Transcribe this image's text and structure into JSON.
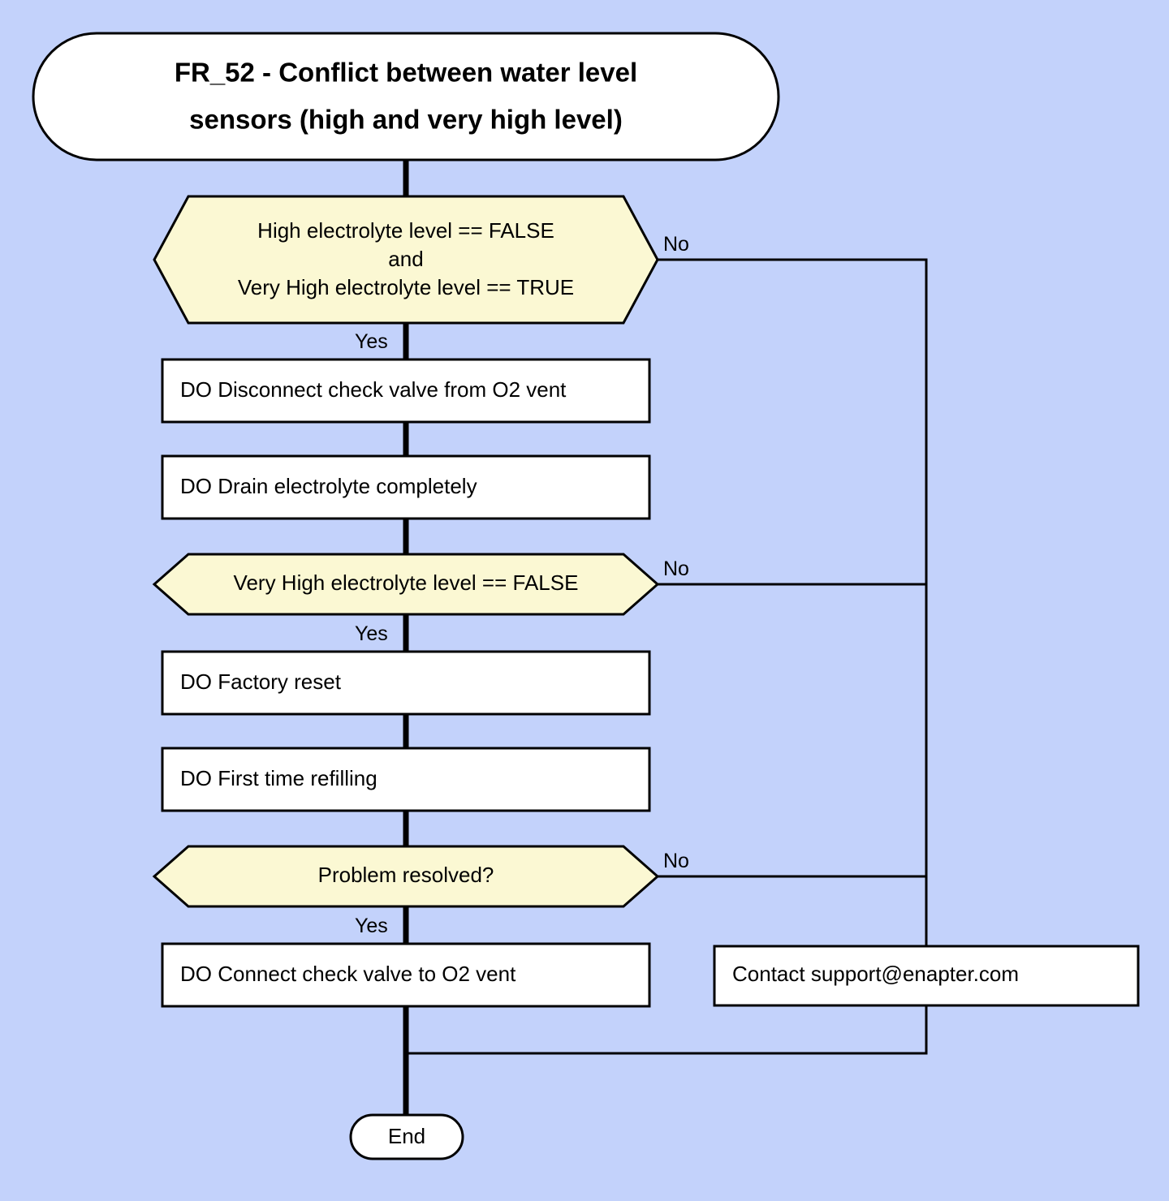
{
  "diagram": {
    "title": "FR_52 - Conflict between water level sensors (high and very high level)",
    "background_color": "#c3d2fb",
    "decision_fill": "#fbf8d3",
    "node_fill": "#ffffff",
    "stroke_color": "#000000"
  },
  "nodes": {
    "start": {
      "type": "terminal",
      "line1": "FR_52 - Conflict between water level",
      "line2": "sensors (high and very high level)"
    },
    "decision1": {
      "type": "decision",
      "line1": "High electrolyte level == FALSE",
      "line2": "and",
      "line3": "Very High electrolyte level == TRUE"
    },
    "process1": {
      "type": "process",
      "label": "DO Disconnect check valve from O2 vent"
    },
    "process2": {
      "type": "process",
      "label": "DO Drain electrolyte completely"
    },
    "decision2": {
      "type": "decision",
      "line1": "Very High electrolyte level == FALSE"
    },
    "process3": {
      "type": "process",
      "label": "DO Factory reset"
    },
    "process4": {
      "type": "process",
      "label": "DO First time refilling"
    },
    "decision3": {
      "type": "decision",
      "line1": "Problem resolved?"
    },
    "process5": {
      "type": "process",
      "label": "DO Connect check valve to O2 vent"
    },
    "support": {
      "type": "process",
      "label": "Contact support@enapter.com"
    },
    "end": {
      "type": "terminal",
      "label": "End"
    }
  },
  "edge_labels": {
    "no1": "No",
    "yes1": "Yes",
    "no2": "No",
    "yes2": "Yes",
    "no3": "No",
    "yes3": "Yes"
  }
}
